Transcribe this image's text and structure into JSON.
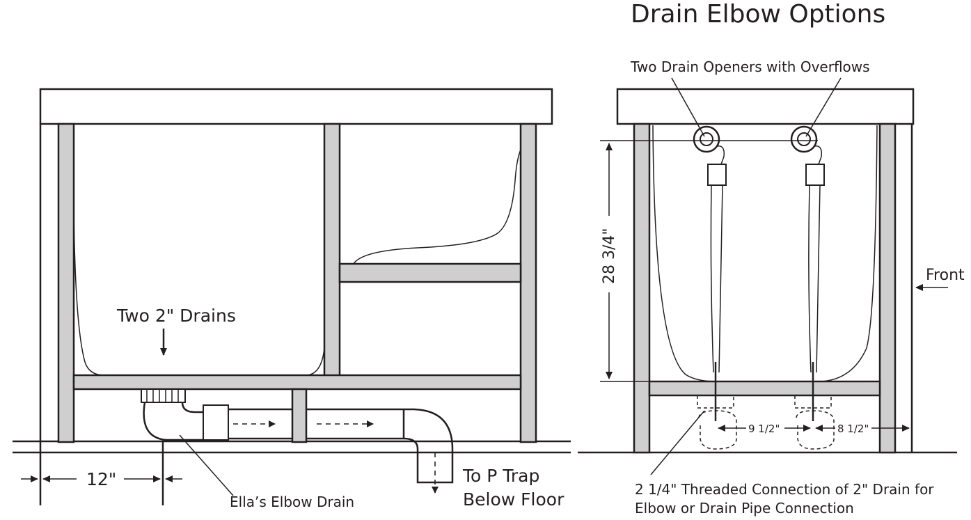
{
  "title": "Drain Elbow Options",
  "labels": {
    "drains": "Two 2\" Drains",
    "elbow": "Ella’s Elbow Drain",
    "ptrap_line1": "To P Trap",
    "ptrap_line2": "Below Floor",
    "width": "12\"",
    "openers": "Two Drain Openers with Overflows",
    "height": "28 3/4\"",
    "front": "Front",
    "dim_a": "9 1/2\"",
    "dim_b": "8 1/2\"",
    "conn_line1": "2 1/4\" Threaded Connection of 2\" Drain for",
    "conn_line2": "Elbow or Drain Pipe Connection"
  }
}
